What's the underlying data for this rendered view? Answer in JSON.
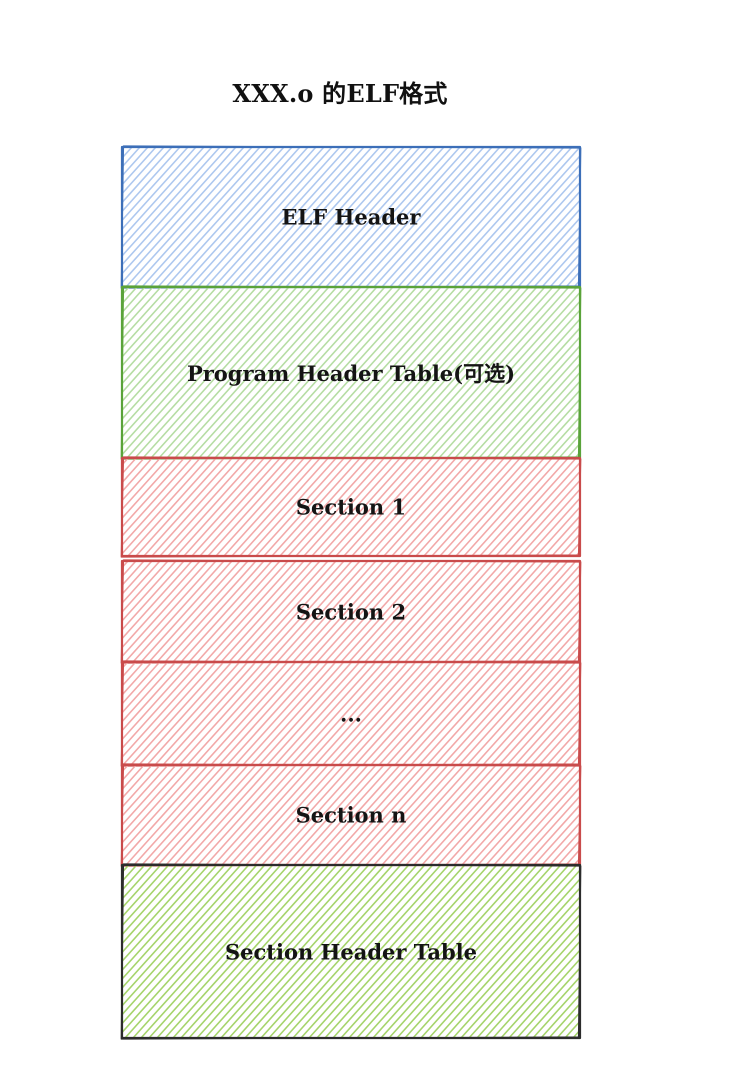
{
  "title": "XXX.o 的ELF格式",
  "blocks": [
    {
      "id": "elf-header",
      "label": "ELF Header",
      "stroke": "#3d6fb8",
      "hatch": "#aec8ef"
    },
    {
      "id": "program-header-table",
      "label": "Program Header Table(可选)",
      "stroke": "#5aa33a",
      "hatch": "#b6dda4"
    },
    {
      "id": "section-1",
      "label": "Section 1",
      "stroke": "#c94b4b",
      "hatch": "#f2a9a9"
    },
    {
      "id": "section-2",
      "label": "Section 2",
      "stroke": "#c94b4b",
      "hatch": "#f2a9a9"
    },
    {
      "id": "section-ellipsis",
      "label": "...",
      "stroke": "#c94b4b",
      "hatch": "#f2a9a9"
    },
    {
      "id": "section-n",
      "label": "Section n",
      "stroke": "#c94b4b",
      "hatch": "#f2a9a9"
    },
    {
      "id": "section-header-table",
      "label": "Section Header Table",
      "stroke": "#2c2c2c",
      "hatch": "#a6d46c"
    }
  ]
}
